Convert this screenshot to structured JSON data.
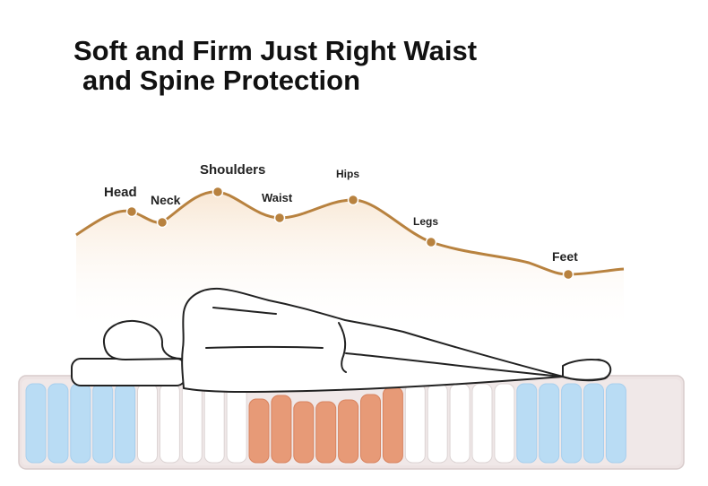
{
  "title": {
    "line1": "Soft and Firm Just Right Waist",
    "line2": "and Spine Protection"
  },
  "body_points": [
    {
      "label": "Head"
    },
    {
      "label": "Neck"
    },
    {
      "label": "Shoulders"
    },
    {
      "label": "Waist"
    },
    {
      "label": "Hips"
    },
    {
      "label": "Legs"
    },
    {
      "label": "Feet"
    }
  ],
  "colors": {
    "curve": "#b8823f",
    "point": "#b8823f",
    "glow": "#f7e3cf",
    "soft_spring": "#b9dcf4",
    "medium_spring": "#ffffff",
    "firm_spring": "#e79a77",
    "mattress": "#ede3e3"
  },
  "springs": {
    "zones": [
      "soft",
      "soft",
      "soft",
      "soft",
      "soft",
      "medium",
      "medium",
      "medium",
      "medium",
      "medium",
      "firm",
      "firm",
      "firm",
      "firm",
      "firm",
      "firm",
      "firm",
      "medium",
      "medium",
      "medium",
      "medium",
      "medium",
      "soft",
      "soft",
      "soft",
      "soft",
      "soft"
    ]
  }
}
